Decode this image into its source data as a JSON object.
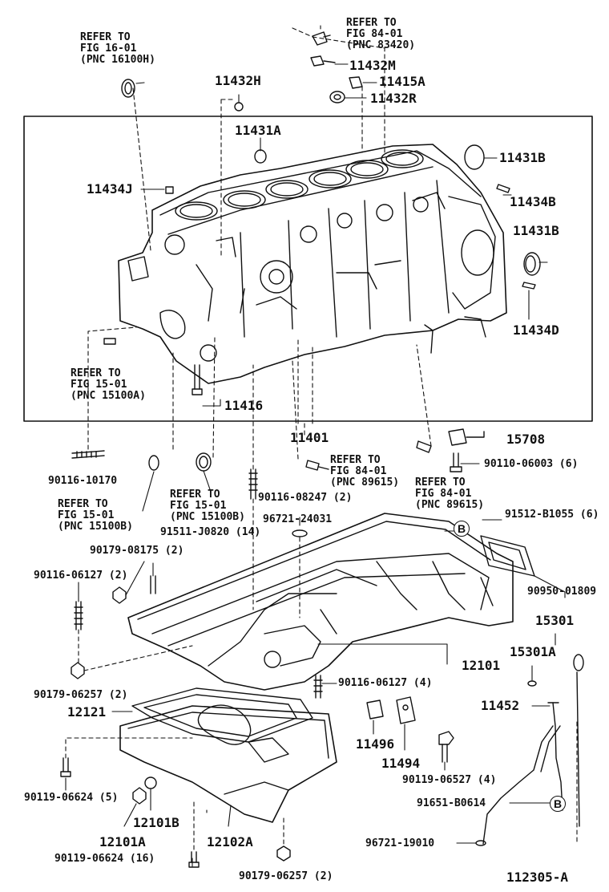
{
  "refs": {
    "fig16": [
      "REFER TO",
      "FIG 16-01",
      "(PNC 16100H)"
    ],
    "fig84a": [
      "REFER TO",
      "FIG 84-01",
      "(PNC 83420)"
    ],
    "fig15a": [
      "REFER TO",
      "FIG 15-01",
      "(PNC 15100A)"
    ],
    "fig84b": [
      "REFER TO",
      "FIG 84-01",
      "(PNC 89615)"
    ],
    "fig84c": [
      "REFER TO",
      "FIG 84-01",
      "(PNC 89615)"
    ],
    "fig15b": [
      "REFER TO",
      "FIG 15-01",
      "(PNC 15100B)"
    ],
    "fig15c": [
      "REFER TO",
      "FIG 15-01",
      "(PNC 15100B)"
    ]
  },
  "labels": {
    "p11432M": "11432M",
    "p11415A": "11415A",
    "p11432R": "11432R",
    "p11432H": "11432H",
    "p11431A": "11431A",
    "p11431B_top": "11431B",
    "p11434J": "11434J",
    "p11434B": "11434B",
    "p11431B_mid": "11431B",
    "p11434D": "11434D",
    "p11416": "11416",
    "p11401": "11401",
    "p15708": "15708",
    "p90110_06003": "90110-06003 (6)",
    "p90116_10170": "90116-10170",
    "p90116_08247": "90116-08247 (2)",
    "p96721_24031": "96721-24031",
    "p91512_B1055": "91512-B1055 (6)",
    "p91511_J0820": "91511-J0820 (14)",
    "p90179_08175": "90179-08175 (2)",
    "p90116_06127_l": "90116-06127 (2)",
    "p90950_01809": "90950-01809",
    "p15301": "15301",
    "p15301A": "15301A",
    "p12101": "12101",
    "p90116_06127_c": "90116-06127 (4)",
    "p90179_06257_l": "90179-06257 (2)",
    "p12121": "12121",
    "p11452": "11452",
    "p11496": "11496",
    "p11494": "11494",
    "p90119_06527": "90119-06527 (4)",
    "p90119_06624_5": "90119-06624 (5)",
    "p12101B": "12101B",
    "p91651_B0614": "91651-B0614",
    "p12101A": "12101A",
    "p12102A": "12102A",
    "p96721_19010": "96721-19010",
    "p90119_06624_16": "90119-06624 (16)",
    "p90179_06257_b": "90179-06257 (2)",
    "drawing_no": "112305-A"
  },
  "markers": {
    "b1": "B",
    "b2": "B"
  }
}
